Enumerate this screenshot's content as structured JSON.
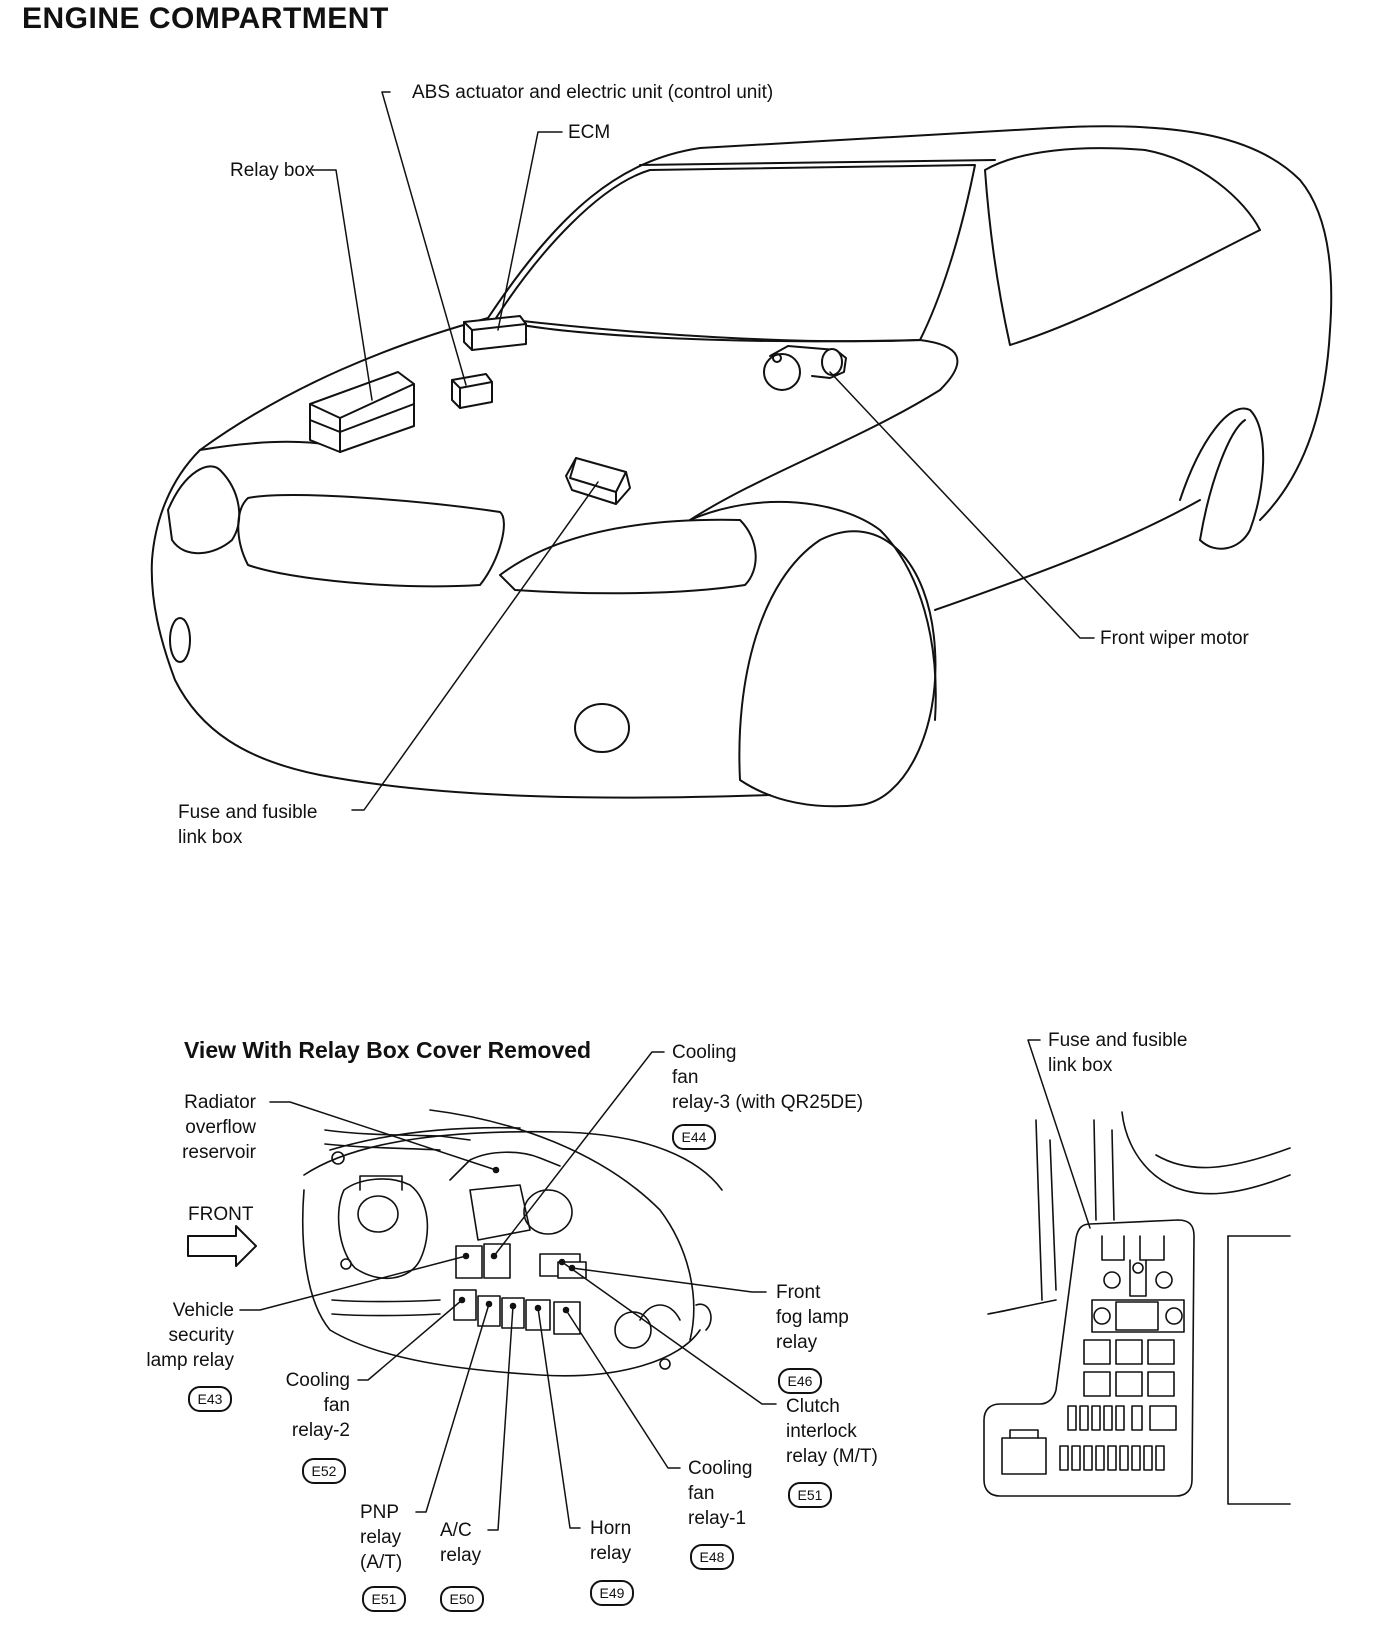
{
  "header": {
    "title": "ENGINE COMPARTMENT",
    "subtitle": "View With Relay Box Cover Removed"
  },
  "car_labels": {
    "abs": "ABS actuator and electric unit (control unit)",
    "ecm": "ECM",
    "relay_box": "Relay box",
    "front_wiper_motor": "Front wiper motor",
    "fuse_box": [
      "Fuse and fusible",
      "link box"
    ]
  },
  "relay_labels": {
    "radiator": [
      "Radiator",
      "overflow",
      "reservoir"
    ],
    "front_arrow": "FRONT",
    "cooling_fan_3": {
      "lines": [
        "Cooling",
        "fan",
        "relay-3 (with QR25DE)"
      ],
      "connector": "E44"
    },
    "vehicle_security": {
      "lines": [
        "Vehicle",
        "security",
        "lamp relay"
      ],
      "connector": "E43"
    },
    "front_fog": {
      "lines": [
        "Front",
        "fog lamp",
        "relay"
      ],
      "connector": "E46"
    },
    "cooling_fan_2": {
      "lines": [
        "Cooling",
        "fan",
        "relay-2"
      ],
      "connector": "E52"
    },
    "clutch": {
      "lines": [
        "Clutch",
        "interlock",
        "relay (M/T)"
      ],
      "connector": "E51"
    },
    "cooling_fan_1": {
      "lines": [
        "Cooling",
        "fan",
        "relay-1"
      ],
      "connector": "E48"
    },
    "pnp": {
      "lines": [
        "PNP",
        "relay",
        "(A/T)"
      ],
      "connector": "E51"
    },
    "ac": {
      "lines": [
        "A/C",
        "relay"
      ],
      "connector": "E50"
    },
    "horn": {
      "lines": [
        "Horn",
        "relay"
      ],
      "connector": "E49"
    }
  },
  "fuse_box_detail": {
    "label": [
      "Fuse and fusible",
      "link box"
    ]
  }
}
